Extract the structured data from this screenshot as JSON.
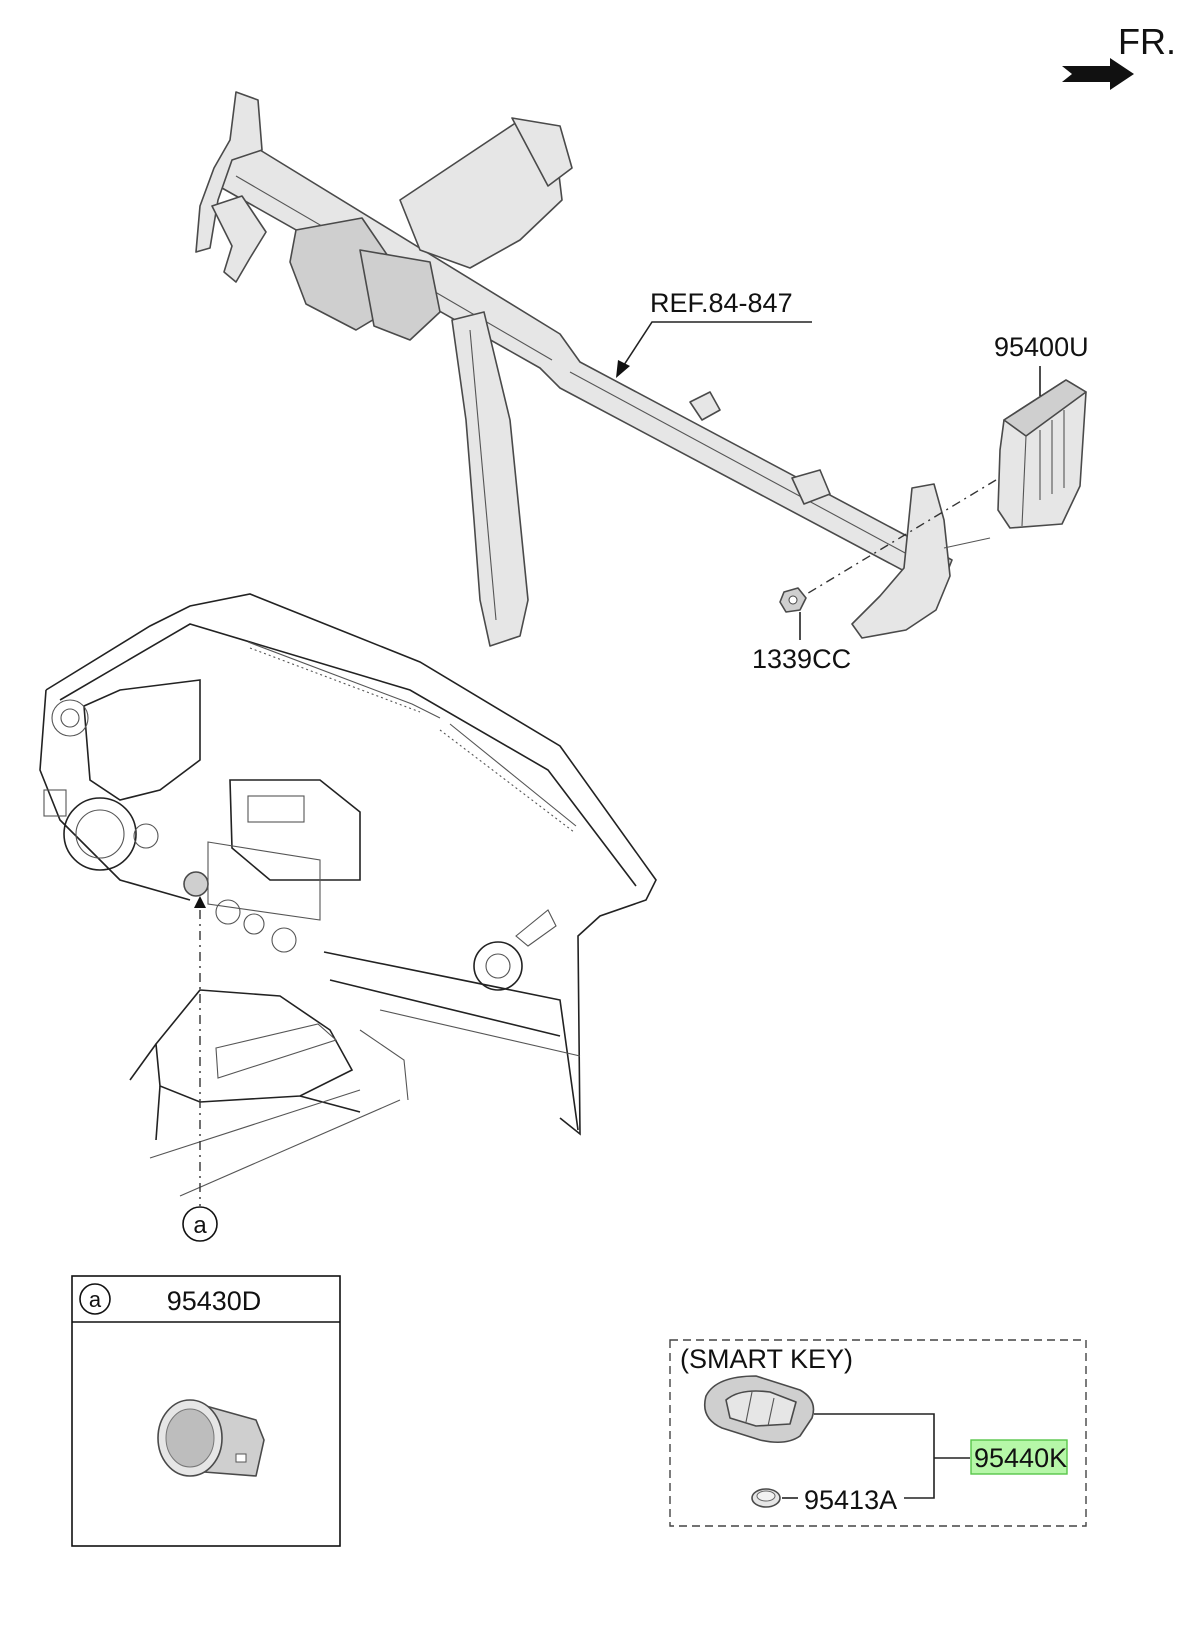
{
  "direction_label": "FR.",
  "callouts": {
    "ref_beam": "REF.84-847",
    "ecu": "95400U",
    "nut": "1339CC",
    "detail_marker": "a",
    "detail_box_marker": "a",
    "detail_box_part": "95430D",
    "smart_key_title": "(SMART KEY)",
    "smart_key_part": "95440K",
    "battery_part": "95413A"
  },
  "highlight_color": "#b6f7a8"
}
